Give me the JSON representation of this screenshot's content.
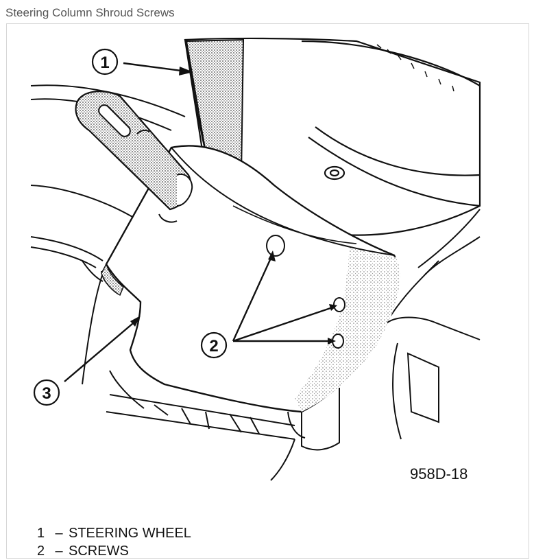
{
  "page": {
    "title": "Steering Column Shroud Screws"
  },
  "figure": {
    "id_label": "958D-18",
    "callouts": [
      "1",
      "2",
      "3"
    ]
  },
  "legend": {
    "items": [
      {
        "number": "1",
        "dash": "–",
        "text": "STEERING WHEEL"
      },
      {
        "number": "2",
        "dash": "–",
        "text": "SCREWS"
      }
    ]
  }
}
